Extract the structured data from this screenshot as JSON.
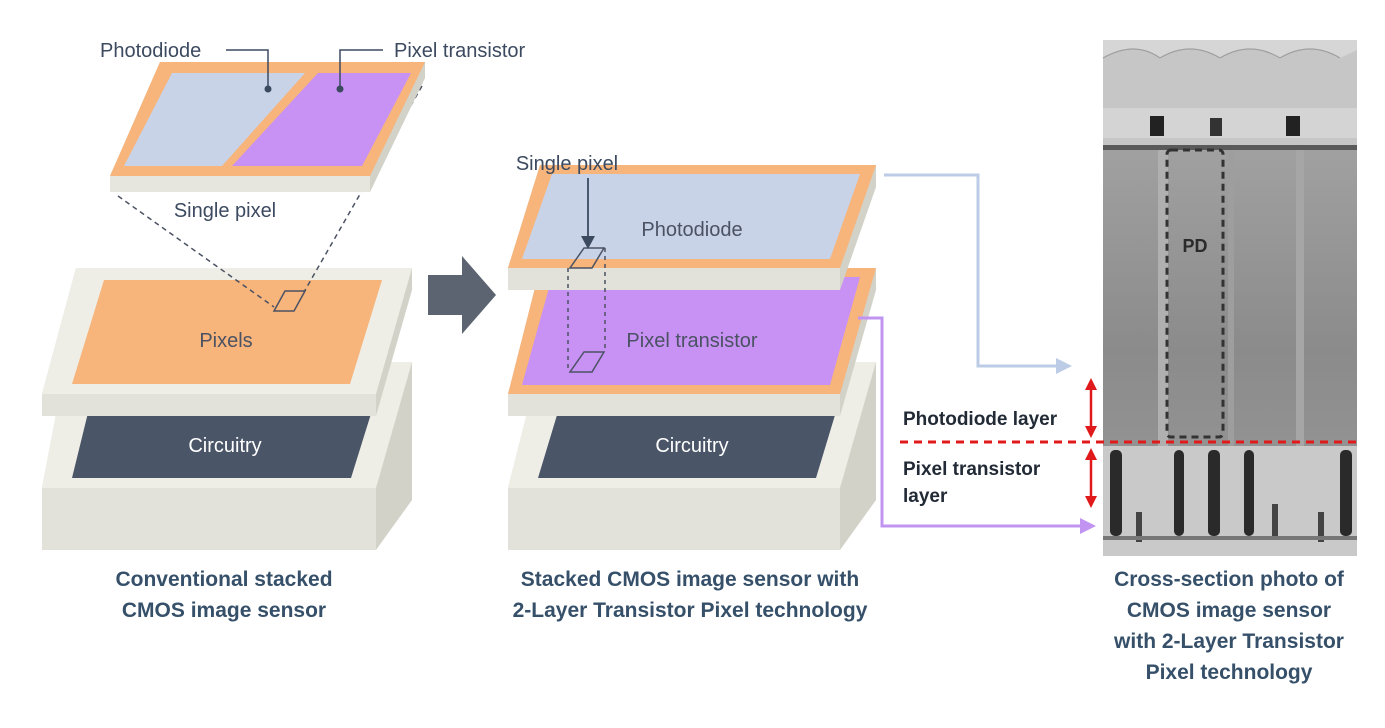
{
  "labels": {
    "photodiode_top": "Photodiode",
    "pixel_transistor_top": "Pixel transistor",
    "single_pixel_left": "Single pixel",
    "pixels": "Pixels",
    "circuitry_left": "Circuitry",
    "single_pixel_mid": "Single pixel",
    "photodiode_mid": "Photodiode",
    "pixel_transistor_mid": "Pixel transistor",
    "circuitry_mid": "Circuitry",
    "pd": "PD",
    "photodiode_layer": "Photodiode layer",
    "pixel_transistor_layer_1": "Pixel transistor",
    "pixel_transistor_layer_2": "layer"
  },
  "captions": {
    "left_1": "Conventional stacked",
    "left_2": "CMOS image sensor",
    "mid_1": "Stacked CMOS image sensor with",
    "mid_2": "2-Layer Transistor Pixel technology",
    "right_1": "Cross-section photo of",
    "right_2": "CMOS image sensor",
    "right_3": "with 2-Layer Transistor",
    "right_4": "Pixel technology"
  },
  "colors": {
    "orange": "#f7b47b",
    "photodiode_blue": "#c8d3e8",
    "transistor_purple": "#c892f5",
    "circuitry_navy": "#4a5568",
    "slab_top": "#eeeee6",
    "slab_side": "#d2d2c8",
    "arrow_gray": "#5b6470",
    "arrow_blue": "#bccbe6",
    "arrow_purple": "#c194f2",
    "red": "#e01a1a"
  }
}
